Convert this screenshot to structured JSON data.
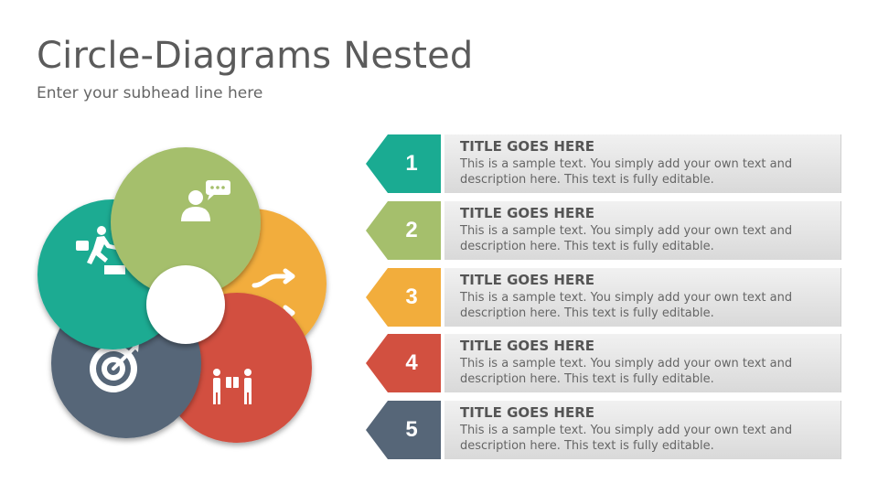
{
  "slide": {
    "title": "Circle-Diagrams Nested",
    "subtitle": "Enter your subhead line here"
  },
  "diagram": {
    "circles": [
      {
        "name": "green",
        "color": "#a5bf6c",
        "icon": "person-chat-icon"
      },
      {
        "name": "teal",
        "color": "#1aab92",
        "icon": "stairs-climb-icon"
      },
      {
        "name": "orange",
        "color": "#f2ad3c",
        "icon": "shuffle-icon"
      },
      {
        "name": "slate",
        "color": "#566678",
        "icon": "target-icon"
      },
      {
        "name": "red",
        "color": "#d25040",
        "icon": "handshake-gift-icon"
      }
    ],
    "center_color": "#ffffff"
  },
  "items": [
    {
      "number": "1",
      "title": "TITLE GOES HERE",
      "desc": "This is a sample text. You simply add your own text and description here. This text is fully editable.",
      "color": "#1aab92"
    },
    {
      "number": "2",
      "title": "TITLE GOES HERE",
      "desc": "This is a sample text. You simply add your own text and description here. This text is fully editable.",
      "color": "#a5bf6c"
    },
    {
      "number": "3",
      "title": "TITLE GOES HERE",
      "desc": "This is a sample text. You simply add your own text and description here. This text is fully editable.",
      "color": "#f2ad3c"
    },
    {
      "number": "4",
      "title": "TITLE GOES HERE",
      "desc": "This is a sample text. You simply add your own text and description here. This text is fully editable.",
      "color": "#d25040"
    },
    {
      "number": "5",
      "title": "TITLE GOES HERE",
      "desc": "This is a sample text. You simply add your own text and description here. This text is fully editable.",
      "color": "#566678"
    }
  ]
}
